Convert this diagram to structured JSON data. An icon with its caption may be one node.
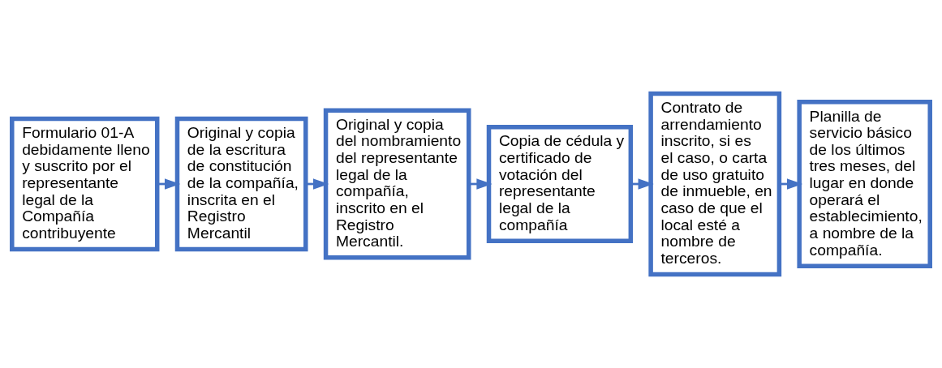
{
  "diagram": {
    "nodes": [
      {
        "text": [
          "Formulario 01-A debidamente lleno y suscrito por el representante legal de la Compañía contribuyente"
        ]
      },
      {
        "text": [
          "Original y copia de la escritura de constitución de la compañía, inscrita en el Registro Mercantil"
        ]
      },
      {
        "text": [
          "Original y copia del nombramiento del representante legal de la compañía, inscrito en el Registro Mercantil."
        ]
      },
      {
        "text": [
          "Copia de cédula y certificado de votación del representante legal de la compañía"
        ]
      },
      {
        "text": [
          "Contrato de arrendamiento inscrito, si es el caso, o carta de uso gratuito de inmueble, en caso de que el local esté a nombre de terceros."
        ]
      },
      {
        "text": [
          "Planilla de servicio básico de los últimos tres meses, del lugar en donde operará el establecimiento, a nombre de la compañía."
        ]
      }
    ],
    "edges": [
      {
        "from": 0,
        "to": 1,
        "arrow": "to"
      },
      {
        "from": 1,
        "to": 2,
        "arrow": "to"
      },
      {
        "from": 2,
        "to": 3,
        "arrow": "to"
      },
      {
        "from": 3,
        "to": 4,
        "arrow": "to"
      },
      {
        "from": 4,
        "to": 5,
        "arrow": "to"
      }
    ]
  }
}
